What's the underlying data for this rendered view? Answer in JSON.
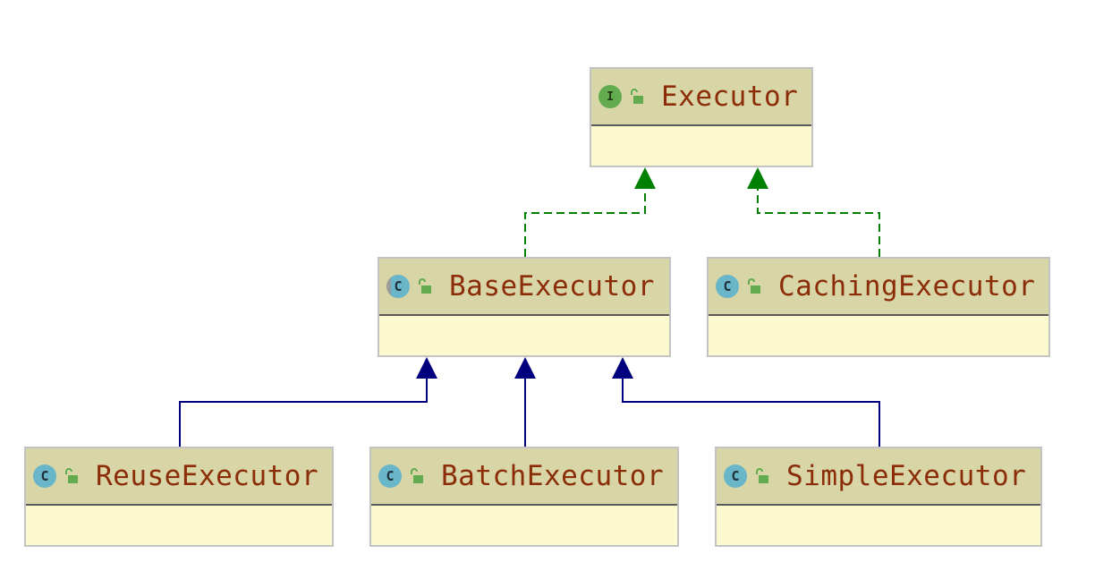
{
  "diagram": {
    "nodes": {
      "executor": {
        "name": "Executor",
        "kind": "interface",
        "kind_letter": "I",
        "access": "public-lock-icon"
      },
      "base_executor": {
        "name": "BaseExecutor",
        "kind": "abstract-class",
        "kind_letter": "C",
        "access": "public-lock-icon"
      },
      "caching_executor": {
        "name": "CachingExecutor",
        "kind": "class",
        "kind_letter": "C",
        "access": "public-lock-icon"
      },
      "reuse_executor": {
        "name": "ReuseExecutor",
        "kind": "class",
        "kind_letter": "C",
        "access": "public-lock-icon"
      },
      "batch_executor": {
        "name": "BatchExecutor",
        "kind": "class",
        "kind_letter": "C",
        "access": "public-lock-icon"
      },
      "simple_executor": {
        "name": "SimpleExecutor",
        "kind": "class",
        "kind_letter": "C",
        "access": "public-lock-icon"
      }
    },
    "edges": [
      {
        "from": "base_executor",
        "to": "executor",
        "type": "implements",
        "style": "dashed",
        "color": "#008000"
      },
      {
        "from": "caching_executor",
        "to": "executor",
        "type": "implements",
        "style": "dashed",
        "color": "#008000"
      },
      {
        "from": "reuse_executor",
        "to": "base_executor",
        "type": "extends",
        "style": "solid",
        "color": "#00007f"
      },
      {
        "from": "batch_executor",
        "to": "base_executor",
        "type": "extends",
        "style": "solid",
        "color": "#00007f"
      },
      {
        "from": "simple_executor",
        "to": "base_executor",
        "type": "extends",
        "style": "solid",
        "color": "#00007f"
      }
    ]
  },
  "colors": {
    "header_bg": "#d8d5a7",
    "body_bg": "#fdf9cf",
    "box_border": "#c3c3c3",
    "class_name": "#8b2d08",
    "implements_line": "#008000",
    "extends_line": "#00007f"
  }
}
